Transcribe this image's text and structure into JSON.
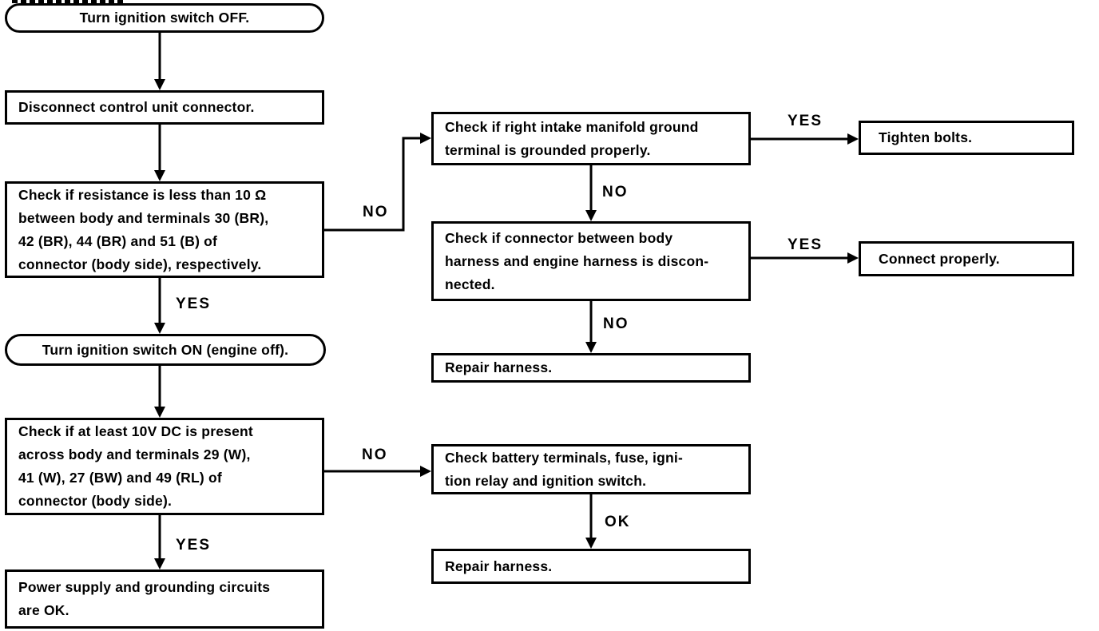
{
  "colors": {
    "ink": "#000000",
    "background": "#ffffff"
  },
  "diagram_type": "flowchart",
  "nodes": {
    "turn_ignition_off": {
      "shape": "terminator",
      "text": "Turn ignition switch OFF."
    },
    "disconnect_connector": {
      "shape": "process",
      "text": "Disconnect control unit connector."
    },
    "check_resistance": {
      "shape": "process",
      "text": "Check if resistance is less than 10 Ω\nbetween body and terminals 30 (BR),\n42 (BR), 44 (BR) and 51 (B) of\nconnector (body side), respectively."
    },
    "turn_ignition_on": {
      "shape": "terminator",
      "text": "Turn ignition switch ON (engine off)."
    },
    "check_voltage": {
      "shape": "process",
      "text": "Check if at least 10V DC is present\nacross body and terminals 29 (W),\n41 (W), 27 (BW) and 49 (RL) of\nconnector (body side)."
    },
    "power_ok": {
      "shape": "process",
      "text": "Power supply and grounding circuits\nare OK."
    },
    "check_ground_terminal": {
      "shape": "process",
      "text": "Check if right intake manifold ground\nterminal is grounded properly."
    },
    "check_harness_connector": {
      "shape": "process",
      "text": "Check if connector between body\nharness and engine harness is discon-\nnected."
    },
    "repair_harness_1": {
      "shape": "process",
      "text": "Repair harness."
    },
    "check_battery": {
      "shape": "process",
      "text": "Check battery terminals, fuse, igni-\ntion relay and ignition switch."
    },
    "repair_harness_2": {
      "shape": "process",
      "text": "Repair harness."
    },
    "tighten_bolts": {
      "shape": "process",
      "text": "Tighten bolts."
    },
    "connect_properly": {
      "shape": "process",
      "text": "Connect properly."
    }
  },
  "edge_labels": {
    "resistance_yes": "YES",
    "resistance_no": "NO",
    "ground_yes": "YES",
    "ground_no": "NO",
    "harness_yes": "YES",
    "harness_no": "NO",
    "voltage_yes": "YES",
    "voltage_no": "NO",
    "battery_ok": "OK"
  }
}
